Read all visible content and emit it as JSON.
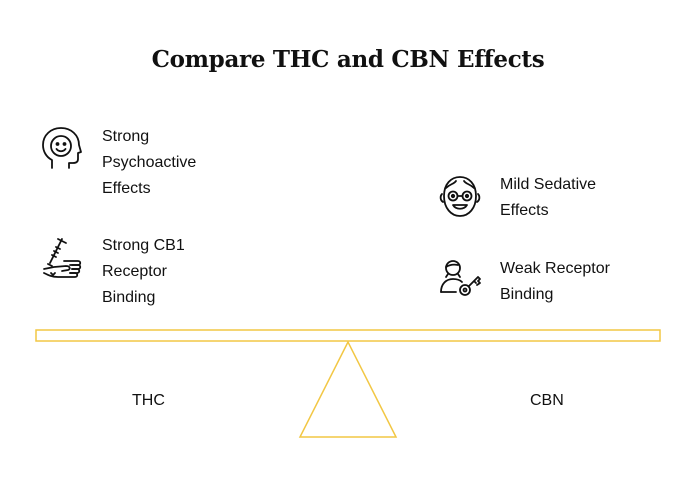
{
  "title": "Compare THC and CBN Effects",
  "left": {
    "name": "THC",
    "effects": [
      {
        "label": "Strong\nPsychoactive\nEffects",
        "icon": "smiling-head-icon"
      },
      {
        "label": "Strong CB1\nReceptor\nBinding",
        "icon": "hand-injection-icon"
      }
    ]
  },
  "right": {
    "name": "CBN",
    "effects": [
      {
        "label": "Mild Sedative\nEffects",
        "icon": "sleepy-face-icon"
      },
      {
        "label": "Weak Receptor\nBinding",
        "icon": "person-key-icon"
      }
    ]
  },
  "colors": {
    "scale": "#f2c744",
    "text": "#111111"
  }
}
